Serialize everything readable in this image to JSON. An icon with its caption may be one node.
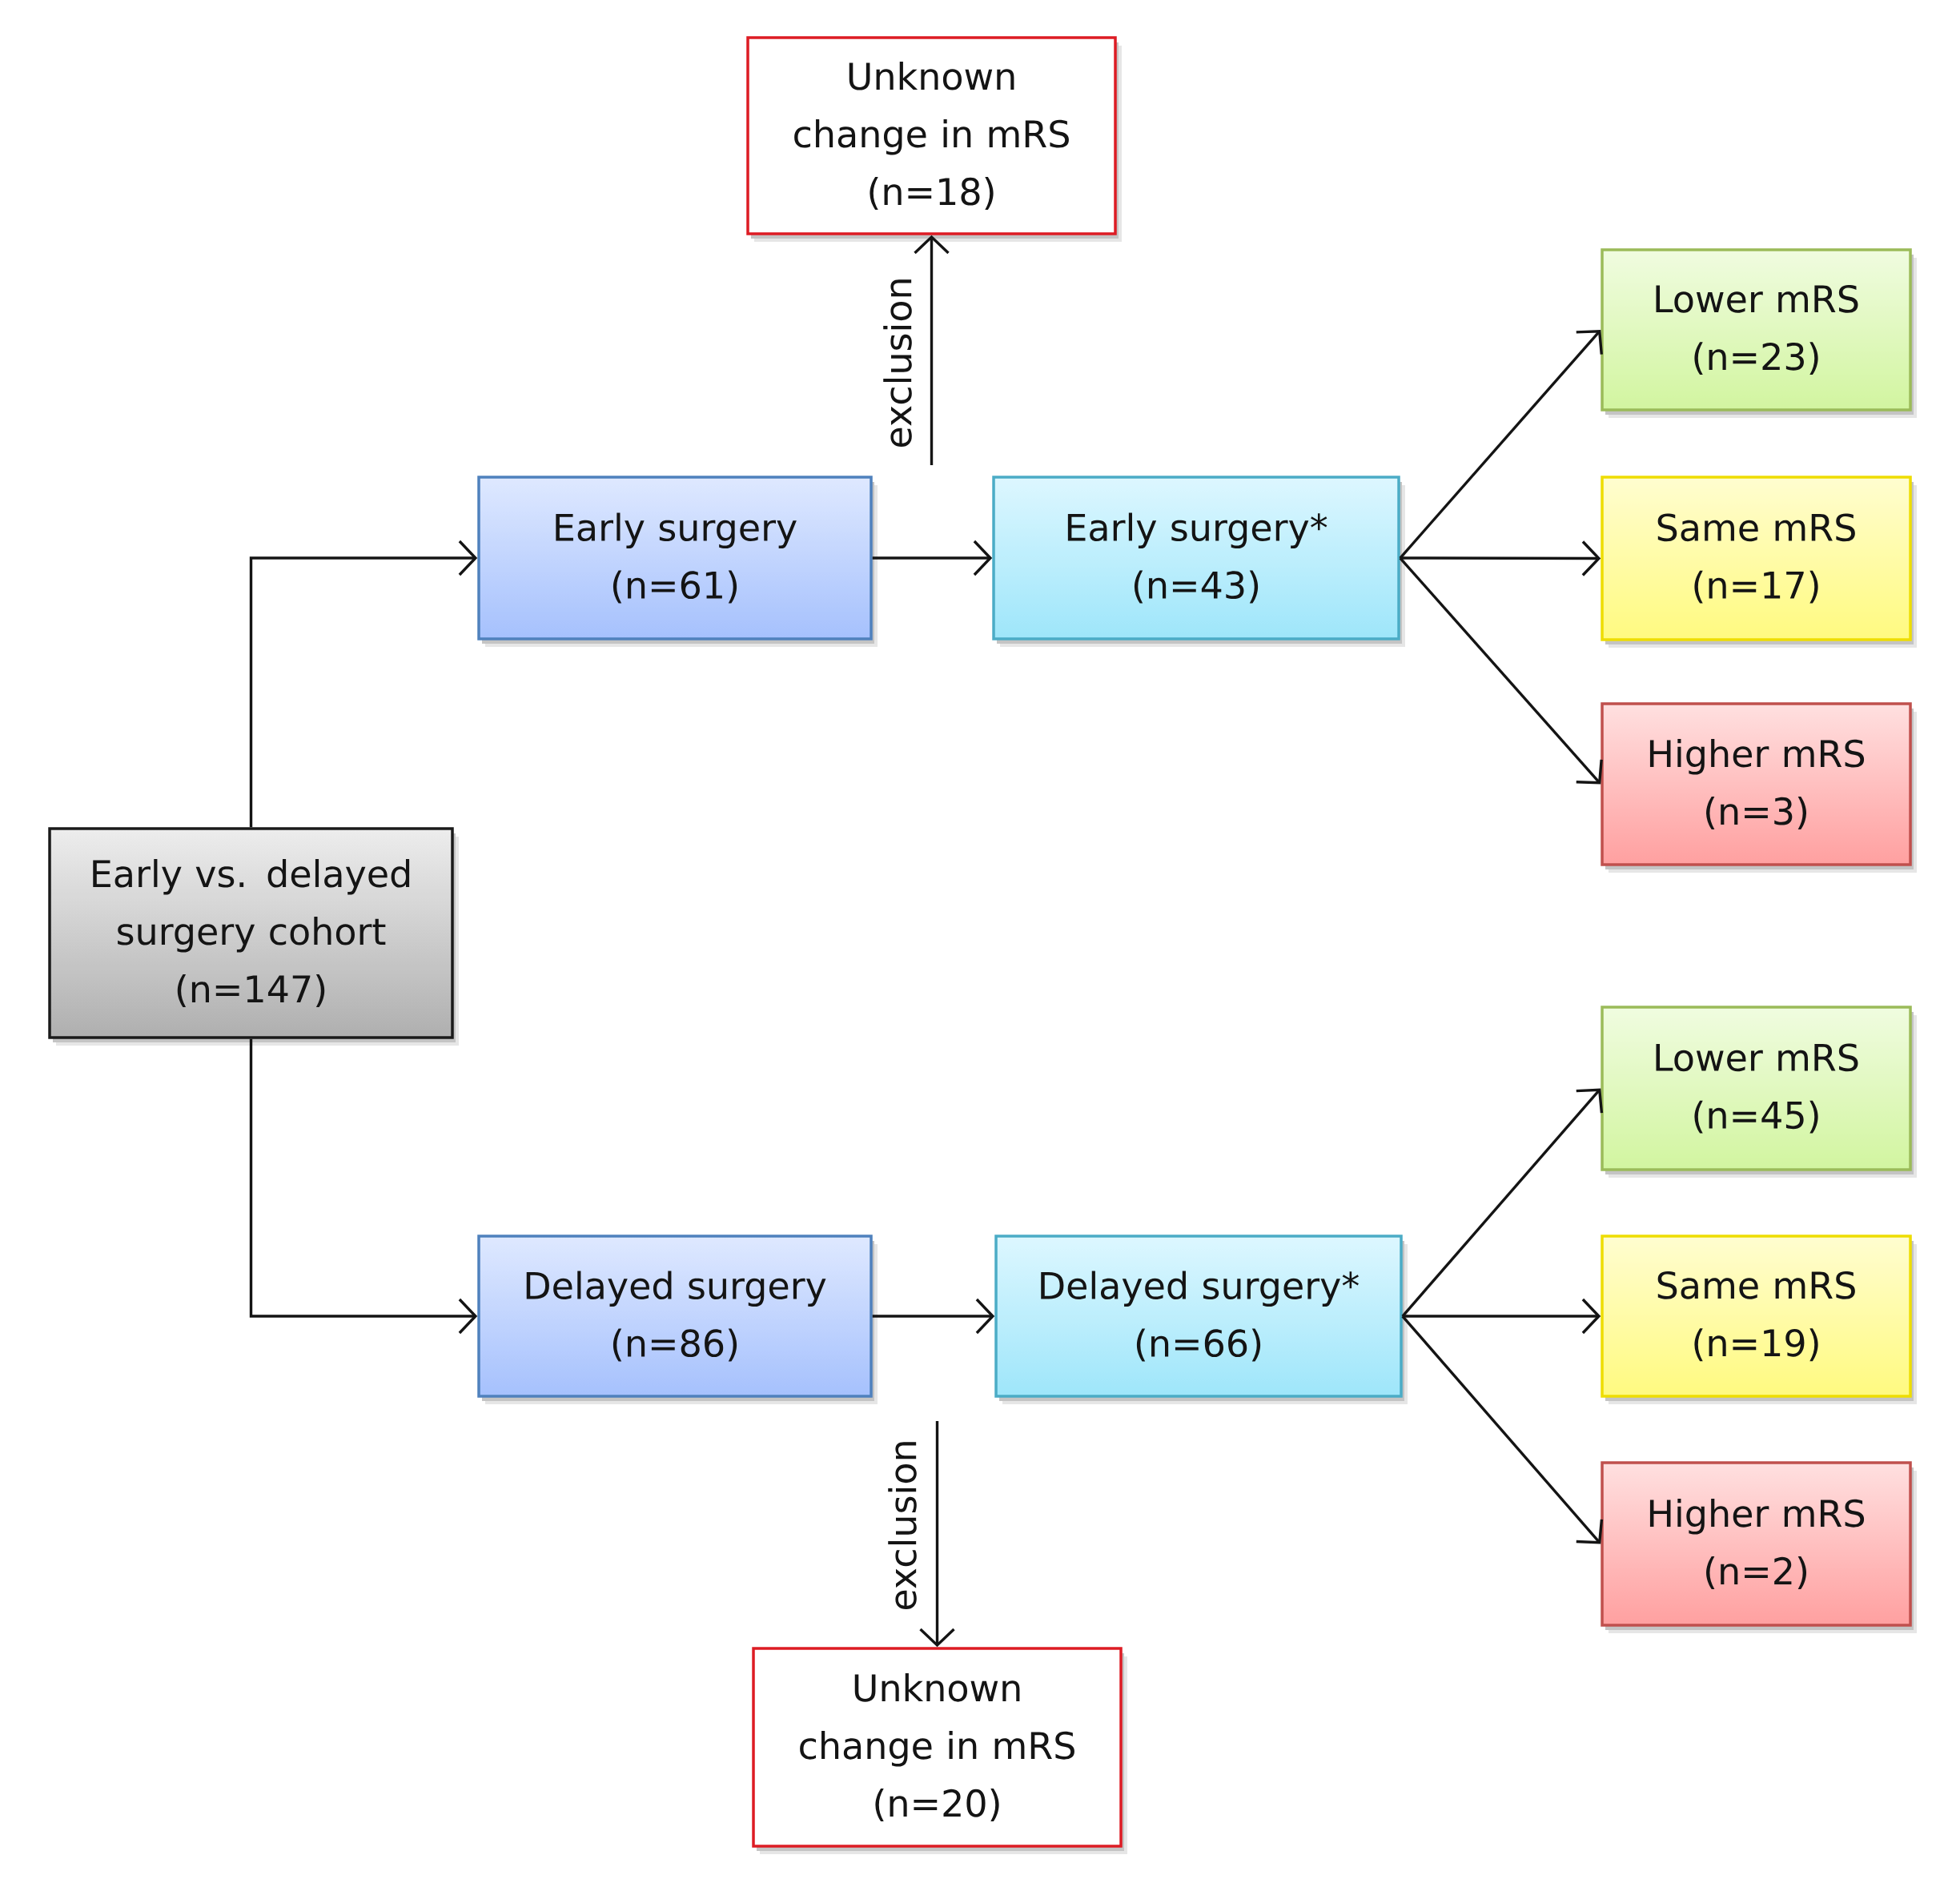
{
  "diagram": {
    "nodes": [
      {
        "text": [
          "Unknown change in mRS",
          "(n=18)"
        ]
      },
      {
        "text": [
          "Lower mRS",
          "(n=23)"
        ]
      },
      {
        "text": [
          "Early surgery",
          "(n=61)"
        ]
      },
      {
        "text": [
          "Early surgery*",
          "(n=43)"
        ]
      },
      {
        "text": [
          "Same mRS",
          "(n=17)"
        ]
      },
      {
        "text": [
          "Higher mRS",
          "(n=3)"
        ]
      },
      {
        "text": [
          "Early vs. delayed surgery cohort",
          "(n=147)"
        ]
      },
      {
        "text": [
          "Lower mRS",
          "(n=45)"
        ]
      },
      {
        "text": [
          "Delayed surgery",
          "(n=86)"
        ]
      },
      {
        "text": [
          "Delayed surgery*",
          "(n=66)"
        ]
      },
      {
        "text": [
          "Same mRS",
          "(n=19)"
        ]
      },
      {
        "text": [
          "Higher mRS",
          "(n=2)"
        ]
      },
      {
        "text": [
          "Unknown change in mRS",
          "(n=20)"
        ]
      }
    ],
    "edges": [
      {
        "from": 6,
        "to": 2,
        "arrow": "to"
      },
      {
        "from": 6,
        "to": 8,
        "arrow": "to"
      },
      {
        "from": 2,
        "to": 3,
        "arrow": "to"
      },
      {
        "from": null,
        "to": 0,
        "arrow": "to",
        "label": "exclusion"
      },
      {
        "from": 3,
        "to": 1,
        "arrow": "to"
      },
      {
        "from": 3,
        "to": 4,
        "arrow": "to"
      },
      {
        "from": 3,
        "to": 5,
        "arrow": "to"
      },
      {
        "from": 8,
        "to": 9,
        "arrow": "to"
      },
      {
        "from": null,
        "to": 12,
        "arrow": "to",
        "label": "exclusion"
      },
      {
        "from": 9,
        "to": 7,
        "arrow": "to"
      },
      {
        "from": 9,
        "to": 10,
        "arrow": "to"
      },
      {
        "from": 9,
        "to": 11,
        "arrow": "to"
      }
    ]
  }
}
